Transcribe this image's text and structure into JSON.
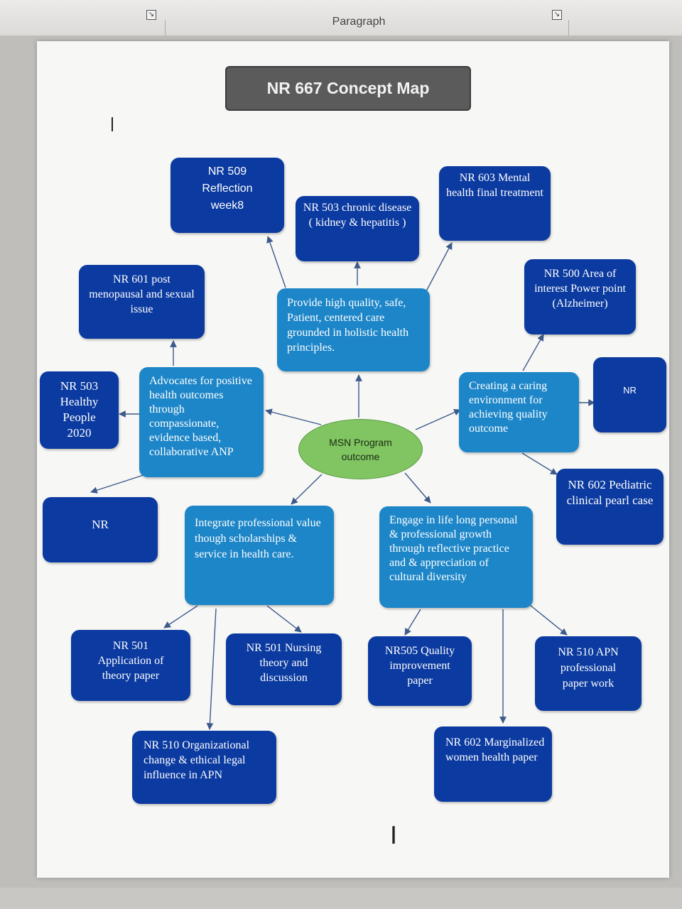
{
  "ribbon": {
    "group_label": "Paragraph"
  },
  "diagram": {
    "title": "NR 667 Concept Map",
    "center": "MSN Program outcome",
    "outcomes": {
      "quality_care": "Provide high quality, safe, Patient, centered care grounded in holistic health principles.",
      "advocates": "Advocates for positive health outcomes through compassionate, evidence based, collaborative ANP",
      "caring_env": "Creating a caring environment for achieving quality outcome",
      "integrate": "Integrate professional value though scholarships & service in health care.",
      "lifelong": "Engage in life long personal & professional growth through reflective practice and & appreciation of cultural diversity"
    },
    "courses": {
      "nr509": "NR 509 Reflection week8",
      "nr503_chronic": "NR 503 chronic disease ( kidney & hepatitis )",
      "nr603": "NR 603 Mental health final treatment",
      "nr601": "NR 601 post menopausal and sexual issue",
      "nr500": "NR 500 Area of interest Power point (Alzheimer)",
      "nr503_healthy": "NR 503 Healthy People 2020",
      "nr_right": "NR",
      "nr_left": "NR",
      "nr602_pediatric": "NR 602 Pediatric clinical pearl case",
      "nr501_app": "NR 501 Application of theory paper",
      "nr501_nursing": "NR 501 Nursing theory and discussion",
      "nr505": "NR505 Quality improvement paper",
      "nr510_apn": "NR 510 APN professional paper work",
      "nr510_org": "NR 510 Organizational change & ethical legal influence in APN",
      "nr602_marginalized": "NR 602 Marginalized women health paper"
    }
  },
  "colors": {
    "course_box": "#0b3aa0",
    "outcome_box": "#1d86c8",
    "center_oval": "#80c562",
    "title_box": "#5b5b5b",
    "arrow": "#3d5a8a"
  },
  "icons": [
    "dialog-launcher-icon",
    "text-cursor-icon"
  ]
}
